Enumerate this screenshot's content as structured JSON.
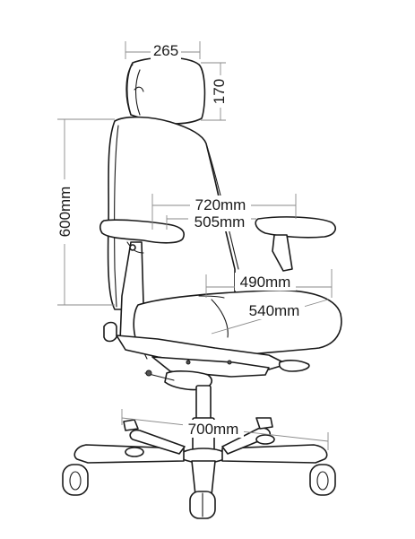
{
  "image_kind": "chair dimension line drawing",
  "line_color": "#1a1a1a",
  "dimension_line_color": "#8a8a8a",
  "dimensions": {
    "headrest_width": "265",
    "headrest_height": "170",
    "backrest_height": "600mm",
    "armrest_outer_width": "720mm",
    "armrest_inner_width": "505mm",
    "seat_width": "490mm",
    "seat_depth": "540mm",
    "base_diameter": "700mm"
  }
}
